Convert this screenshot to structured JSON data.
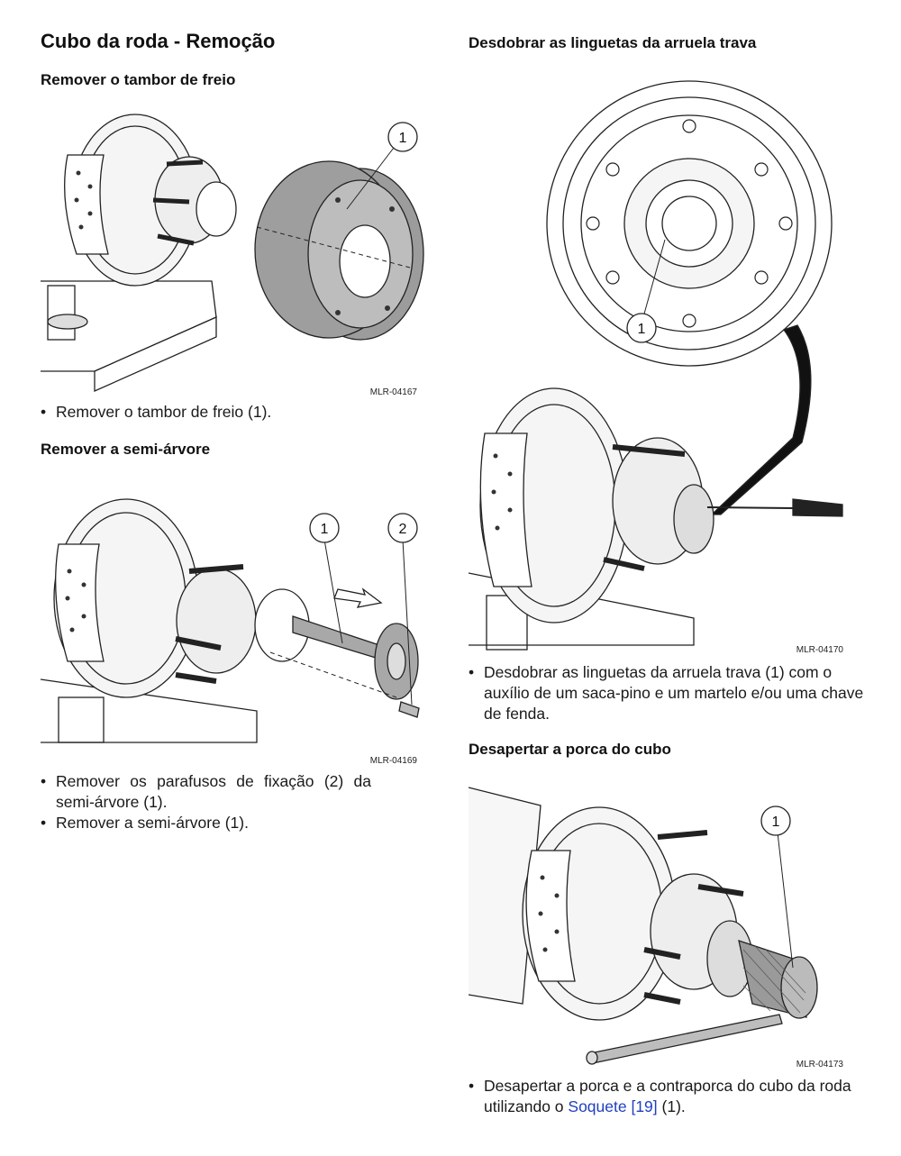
{
  "page_title": "Cubo da roda - Remoção",
  "sections": {
    "remove_drum": {
      "heading": "Remover o tambor de freio",
      "figure_code": "MLR-04167",
      "callouts": [
        "1"
      ],
      "steps": [
        "Remover o tambor de freio (1)."
      ]
    },
    "remove_axle": {
      "heading": "Remover a semi-árvore",
      "figure_code": "MLR-04169",
      "callouts": [
        "1",
        "2"
      ],
      "steps": [
        "Remover os parafusos de fixação (2) da semi-árvore (1).",
        "Remover a semi-árvore (1)."
      ]
    },
    "unfold_tabs": {
      "heading": "Desdobrar as linguetas da arruela trava",
      "figure_code": "MLR-04170",
      "callouts": [
        "1"
      ],
      "steps": [
        "Desdobrar as linguetas da arruela trava (1) com o auxílio de um saca-pino e um martelo e/ou uma chave de fenda."
      ]
    },
    "loosen_nut": {
      "heading": "Desapertar a porca do cubo",
      "figure_code": "MLR-04173",
      "callouts": [
        "1"
      ],
      "step_prefix": "Desapertar a porca e a contraporca do cubo da roda utilizando o ",
      "step_link": "Soquete [19]",
      "step_suffix": " (1)."
    }
  }
}
